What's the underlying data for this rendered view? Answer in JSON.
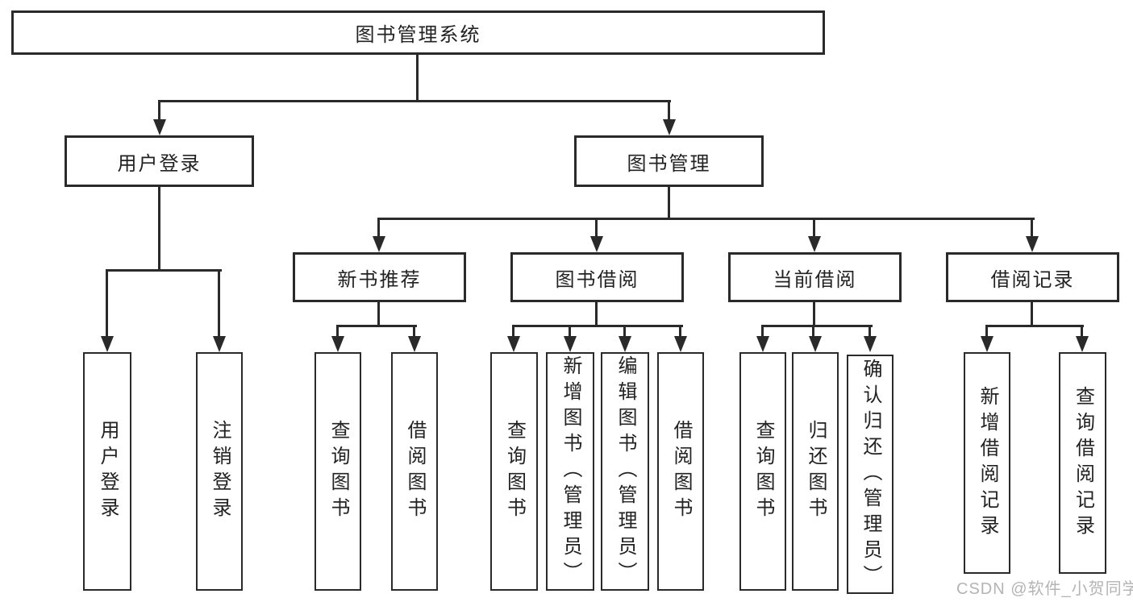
{
  "tree": {
    "root": {
      "label": "图书管理系统"
    },
    "branches": [
      {
        "label": "用户登录",
        "leaves": [
          {
            "label": "用户登录"
          },
          {
            "label": "注销登录"
          }
        ]
      },
      {
        "label": "图书管理",
        "sections": [
          {
            "label": "新书推荐",
            "leaves": [
              {
                "label": "查询图书"
              },
              {
                "label": "借阅图书"
              }
            ]
          },
          {
            "label": "图书借阅",
            "leaves": [
              {
                "label": "查询图书"
              },
              {
                "label": "新增图书（管理员）"
              },
              {
                "label": "编辑图书（管理员）"
              },
              {
                "label": "借阅图书"
              }
            ]
          },
          {
            "label": "当前借阅",
            "leaves": [
              {
                "label": "查询图书"
              },
              {
                "label": "归还图书"
              },
              {
                "label": "确认归还（管理员）"
              }
            ]
          },
          {
            "label": "借阅记录",
            "leaves": [
              {
                "label": "新增借阅记录"
              },
              {
                "label": "查询借阅记录"
              }
            ]
          }
        ]
      }
    ]
  },
  "watermark": {
    "text": "CSDN @软件_小贺同学"
  },
  "colors": {
    "line": "#2a2a2a",
    "box_border": "#2a2a2a",
    "text": "#222222",
    "watermark": "#b4b4b4",
    "background": "#ffffff"
  }
}
